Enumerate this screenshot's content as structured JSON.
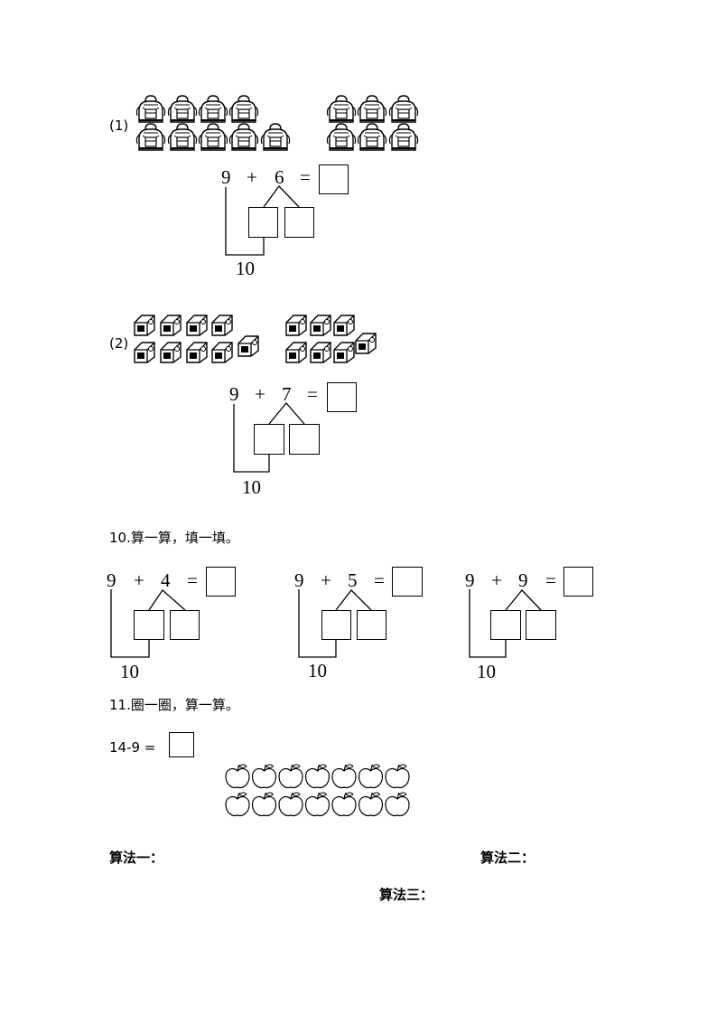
{
  "problem1": {
    "label": "(1)",
    "a": "9",
    "op": "+",
    "b": "6",
    "eq": "=",
    "ten": "10",
    "picture": {
      "left_group": 9,
      "right_group": 6,
      "icon": "backpack-icon"
    }
  },
  "problem2": {
    "label": "(2)",
    "a": "9",
    "op": "+",
    "b": "7",
    "eq": "=",
    "ten": "10",
    "picture": {
      "left_group": 9,
      "right_group": 7,
      "icon": "pencil-sharpener-icon"
    }
  },
  "q10": {
    "title": "10.算一算，填一填。",
    "items": [
      {
        "a": "9",
        "op": "+",
        "b": "4",
        "eq": "=",
        "ten": "10"
      },
      {
        "a": "9",
        "op": "+",
        "b": "5",
        "eq": "=",
        "ten": "10"
      },
      {
        "a": "9",
        "op": "+",
        "b": "9",
        "eq": "=",
        "ten": "10"
      }
    ]
  },
  "q11": {
    "title": "11.圈一圈，算一算。",
    "expr": "14-9 =",
    "apples": {
      "rows": 2,
      "per_row": 7,
      "icon": "apple-icon"
    },
    "method1": "算法一：",
    "method2": "算法二：",
    "method3": "算法三："
  }
}
